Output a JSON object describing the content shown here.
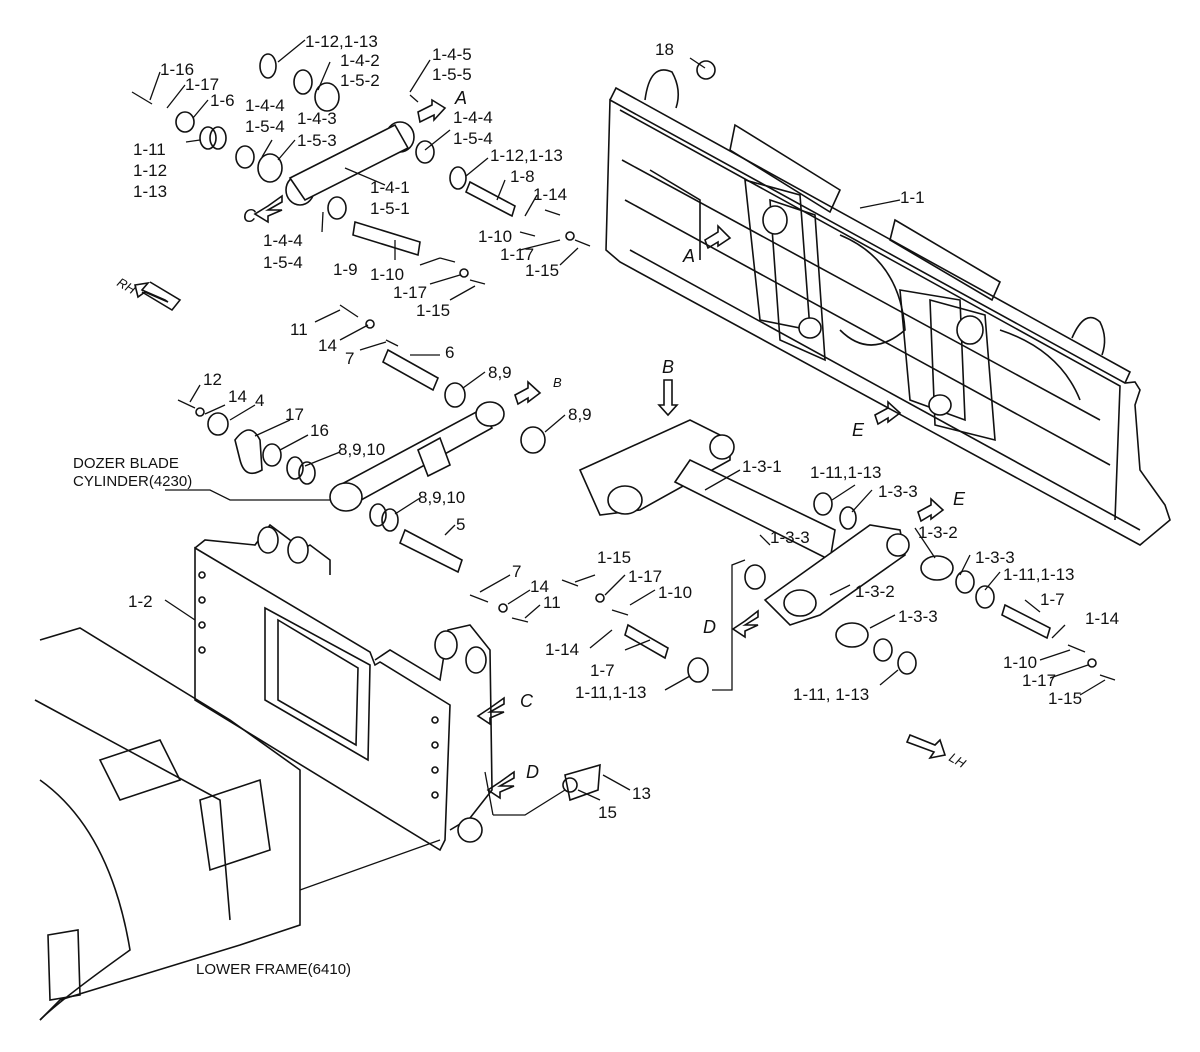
{
  "labels": {
    "l_1_12_13_top": "1-12,1-13",
    "l_1_16": "1-16",
    "l_1_17_top": "1-17",
    "l_1_6": "1-6",
    "l_1_11_left": "1-11",
    "l_1_12_left": "1-12",
    "l_1_13_left": "1-13",
    "l_1_4_5": "1-4-5",
    "l_1_5_5": "1-5-5",
    "l_1_4_2": "1-4-2",
    "l_1_5_2": "1-5-2",
    "l_1_4_4_a": "1-4-4",
    "l_1_5_4_a": "1-5-4",
    "l_1_4_3": "1-4-3",
    "l_1_5_3": "1-5-3",
    "l_1_4_4_b": "1-4-4",
    "l_1_5_4_b": "1-5-4",
    "l_1_12_13_mid": "1-12,1-13",
    "l_1_8": "1-8",
    "l_1_14_top": "1-14",
    "l_1_4_1": "1-4-1",
    "l_1_5_1": "1-5-1",
    "l_1_4_4_c": "1-4-4",
    "l_1_5_4_c": "1-5-4",
    "l_1_10_a": "1-10",
    "l_1_17_a": "1-17",
    "l_1_15_a": "1-15",
    "l_1_9": "1-9",
    "l_1_10_b": "1-10",
    "l_1_17_b": "1-17",
    "l_1_15_b": "1-15",
    "l_18": "18",
    "l_1_1": "1-1",
    "l_11_top": "11",
    "l_14_top": "14",
    "l_7_top": "7",
    "l_6": "6",
    "l_12": "12",
    "l_14_mid": "14",
    "l_4": "4",
    "l_17": "17",
    "l_16": "16",
    "l_8_9_a": "8,9",
    "l_8_9_b": "8,9",
    "l_8_9_10_a": "8,9,10",
    "l_8_9_10_b": "8,9,10",
    "l_dozer1": "DOZER BLADE",
    "l_dozer2": "CYLINDER(4230)",
    "l_5": "5",
    "l_7_mid": "7",
    "l_1_15_c": "1-15",
    "l_1_17_c": "1-17",
    "l_14_low": "14",
    "l_11_low": "11",
    "l_1_10_c": "1-10",
    "l_1_14_c": "1-14",
    "l_1_7_c": "1-7",
    "l_1_11_13_c": "1-11,1-13",
    "l_1_2": "1-2",
    "l_1_3_1": "1-3-1",
    "l_1_11_13_r": "1-11,1-13",
    "l_1_3_3_a": "1-3-3",
    "l_1_3_3_b": "1-3-3",
    "l_1_3_2_a": "1-3-2",
    "l_1_3_3_c": "1-3-3",
    "l_1_11_13_r2": "1-11,1-13",
    "l_1_3_2_b": "1-3-2",
    "l_1_3_3_d": "1-3-3",
    "l_1_7_r": "1-7",
    "l_1_14_r": "1-14",
    "l_1_10_r": "1-10",
    "l_1_17_r": "1-17",
    "l_1_15_r": "1-15",
    "l_1_11_13_bot": "1-11, 1-13",
    "l_13": "13",
    "l_15": "15",
    "l_lower": "LOWER FRAME(6410)"
  },
  "view_arrows": {
    "a_top": "A",
    "a_mid": "A",
    "b_small": "B",
    "b_big": "B",
    "c_top": "C",
    "c_mid": "C",
    "d_mid": "D",
    "d_low": "D",
    "e_mid": "E",
    "e_right": "E"
  },
  "direction": {
    "rh": "RH",
    "lh": "LH"
  }
}
